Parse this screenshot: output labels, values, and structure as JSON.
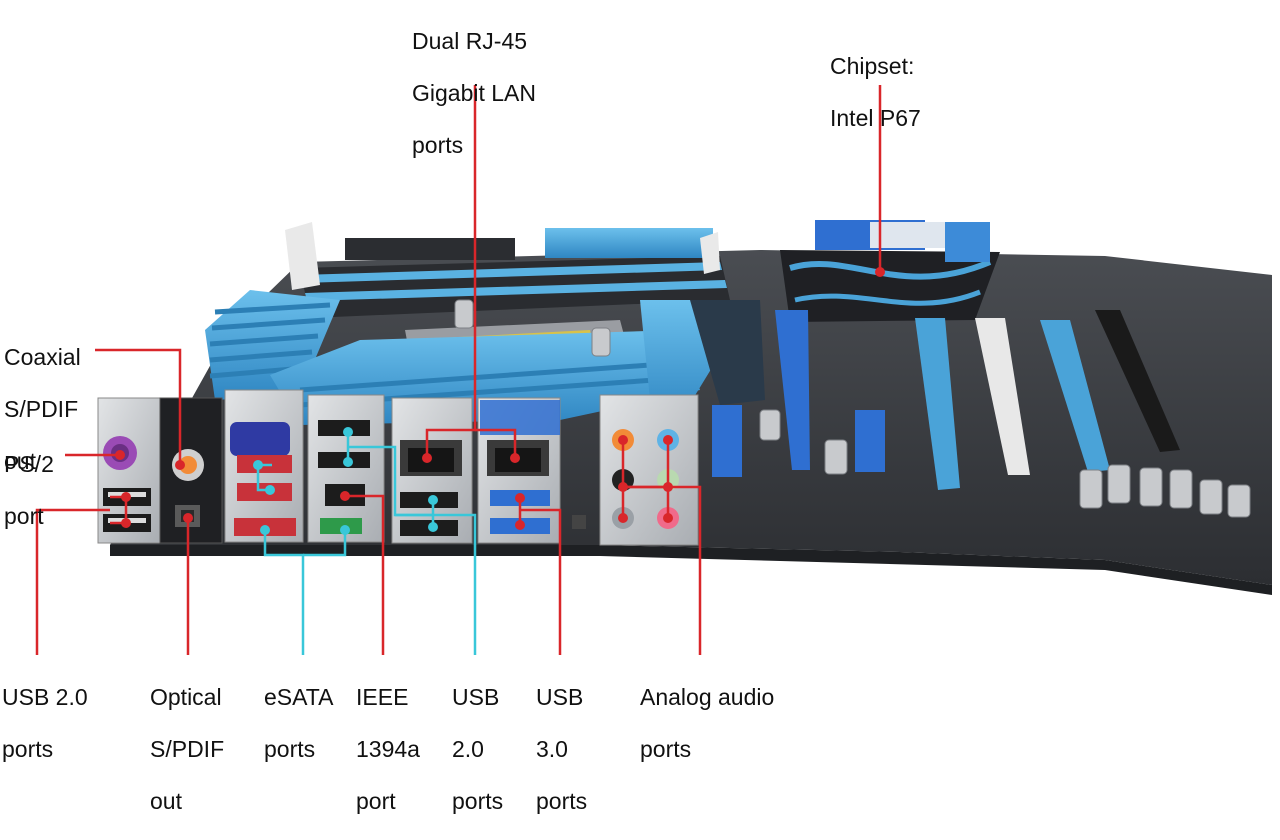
{
  "labels": {
    "dual_rj45": [
      "Dual RJ-45",
      "Gigabit LAN",
      "ports"
    ],
    "chipset": [
      "Chipset:",
      "Intel P67"
    ],
    "coaxial_spdif": [
      "Coaxial",
      "S/PDIF",
      "out"
    ],
    "ps2": [
      "PS/2",
      "port"
    ],
    "usb20_left": [
      "USB 2.0",
      "ports"
    ],
    "optical_spdif": [
      "Optical",
      "S/PDIF",
      "out"
    ],
    "esata": [
      "eSATA",
      "ports"
    ],
    "ieee1394": [
      "IEEE",
      "1394a",
      "port"
    ],
    "usb20_mid": [
      "USB",
      "2.0",
      "ports"
    ],
    "usb30": [
      "USB",
      "3.0",
      "ports"
    ],
    "analog_audio": [
      "Analog audio",
      "ports"
    ]
  },
  "colors": {
    "pcb": "#3a3d42",
    "heatsink": "#4aa3d8",
    "slot_blue": "#2f6fd1",
    "callout_red": "#d9262a",
    "callout_cyan": "#39c7d9",
    "io_metal": "#c9ccd0",
    "esata_red": "#c8323a"
  }
}
